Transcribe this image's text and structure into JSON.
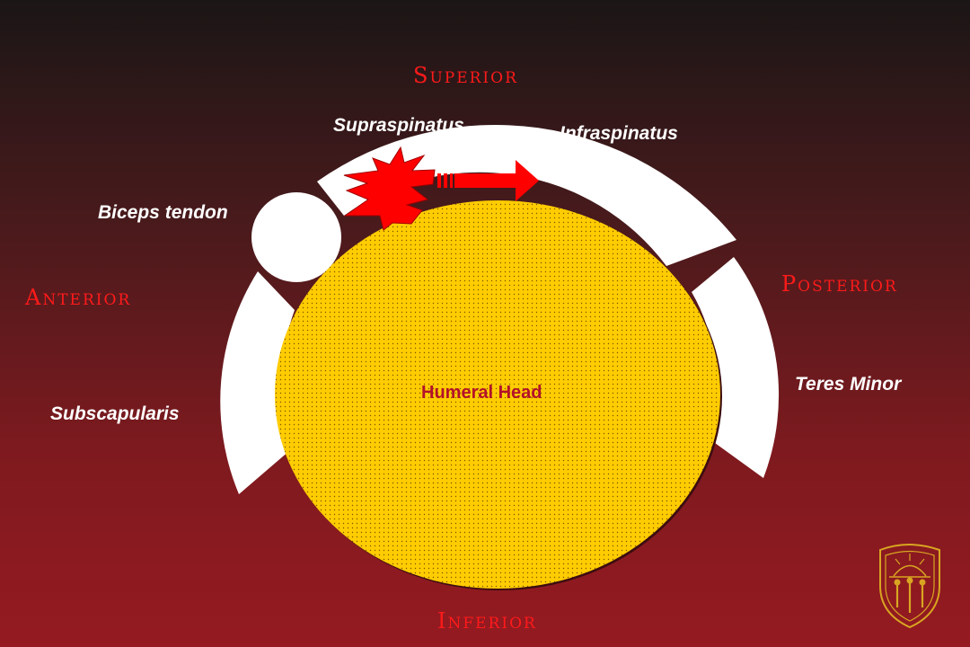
{
  "directions": {
    "superior": "Superior",
    "anterior": "Anterior",
    "posterior": "Posterior",
    "inferior": "Inferior"
  },
  "muscles": {
    "supraspinatus": "Supraspinatus",
    "infraspinatus": "Infraspinatus",
    "biceps_tendon": "Biceps tendon",
    "subscapularis": "Subscapularis",
    "teres_minor": "Teres Minor"
  },
  "center": {
    "label": "Humeral Head"
  },
  "colors": {
    "direction_text": "#ff1a1a",
    "muscle_text": "#ffffff",
    "humeral_head_fill": "#ffcc00",
    "humeral_head_label": "#b3122a",
    "arrow": "#ff0000",
    "background_top": "#1b1616",
    "background_bottom": "#951a21",
    "logo": "#d9a521"
  },
  "icons": {
    "impingement": "starburst-icon",
    "motion": "right-arrow-icon",
    "logo": "university-seal-logo"
  }
}
